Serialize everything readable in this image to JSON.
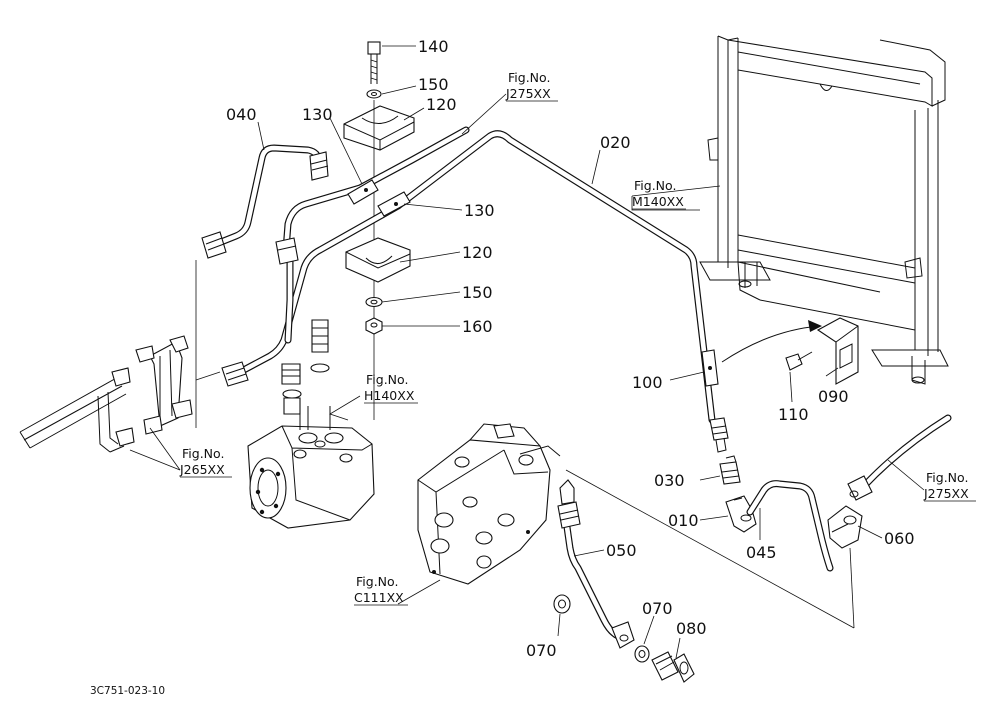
{
  "diagram_code": "3C751-023-10",
  "part_labels": {
    "p140": "140",
    "p150a": "150",
    "p120a": "120",
    "p130a": "130",
    "p040": "040",
    "p020": "020",
    "p130b": "130",
    "p120b": "120",
    "p150b": "150",
    "p160": "160",
    "p100": "100",
    "p110": "110",
    "p090": "090",
    "p030": "030",
    "p010": "010",
    "p045": "045",
    "p060": "060",
    "p050": "050",
    "p070a": "070",
    "p070b": "070",
    "p080": "080"
  },
  "figure_refs": {
    "j275_top": {
      "line1": "Fig.No.",
      "line2": "J275XX"
    },
    "m140": {
      "line1": "Fig.No.",
      "line2": "M140XX"
    },
    "h140": {
      "line1": "Fig.No.",
      "line2": "H140XX"
    },
    "j265": {
      "line1": "Fig.No.",
      "line2": "J265XX"
    },
    "j275_right": {
      "line1": "Fig.No.",
      "line2": "J275XX"
    },
    "c111": {
      "line1": "Fig.No.",
      "line2": "C111XX"
    }
  }
}
